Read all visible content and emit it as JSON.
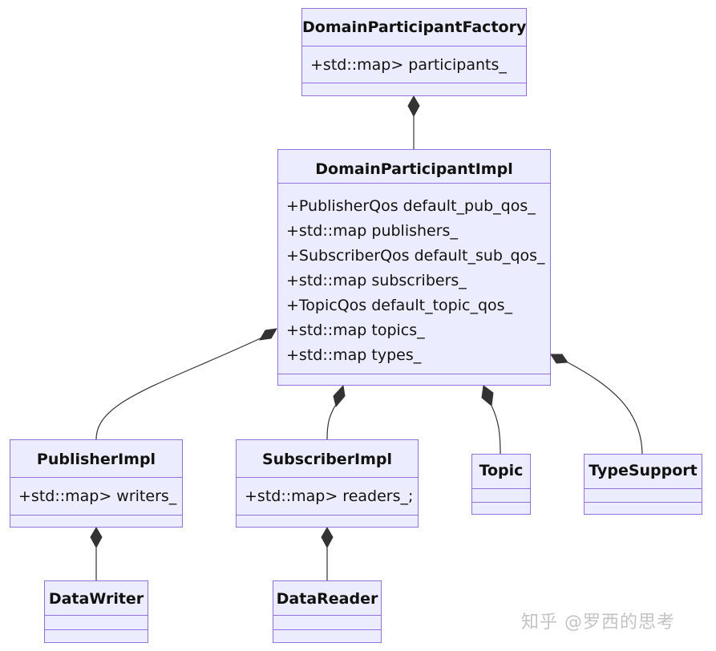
{
  "diagram": {
    "classes": {
      "factory": {
        "name": "DomainParticipantFactory",
        "attributes": [
          "+std::map> participants_"
        ]
      },
      "participant": {
        "name": "DomainParticipantImpl",
        "attributes": [
          "+PublisherQos default_pub_qos_",
          "+std::map publishers_",
          "+SubscriberQos default_sub_qos_",
          "+std::map subscribers_",
          "+TopicQos default_topic_qos_",
          "+std::map topics_",
          "+std::map types_"
        ]
      },
      "publisher": {
        "name": "PublisherImpl",
        "attributes": [
          "+std::map> writers_"
        ]
      },
      "subscriber": {
        "name": "SubscriberImpl",
        "attributes": [
          "+std::map> readers_;"
        ]
      },
      "topic": {
        "name": "Topic",
        "attributes": []
      },
      "typesupport": {
        "name": "TypeSupport",
        "attributes": []
      },
      "datawriter": {
        "name": "DataWriter",
        "attributes": []
      },
      "datareader": {
        "name": "DataReader",
        "attributes": []
      }
    },
    "relations": [
      {
        "whole": "DomainParticipantFactory",
        "part": "DomainParticipantImpl",
        "type": "composition"
      },
      {
        "whole": "DomainParticipantImpl",
        "part": "PublisherImpl",
        "type": "composition"
      },
      {
        "whole": "DomainParticipantImpl",
        "part": "SubscriberImpl",
        "type": "composition"
      },
      {
        "whole": "DomainParticipantImpl",
        "part": "Topic",
        "type": "composition"
      },
      {
        "whole": "DomainParticipantImpl",
        "part": "TypeSupport",
        "type": "composition"
      },
      {
        "whole": "PublisherImpl",
        "part": "DataWriter",
        "type": "composition"
      },
      {
        "whole": "SubscriberImpl",
        "part": "DataReader",
        "type": "composition"
      }
    ],
    "colors": {
      "class_fill": "#ECECFF",
      "class_border": "#9370DB",
      "edge": "#333333",
      "watermark": "#c3c3c3"
    }
  },
  "watermark": {
    "text": "知乎 @罗西的思考"
  }
}
